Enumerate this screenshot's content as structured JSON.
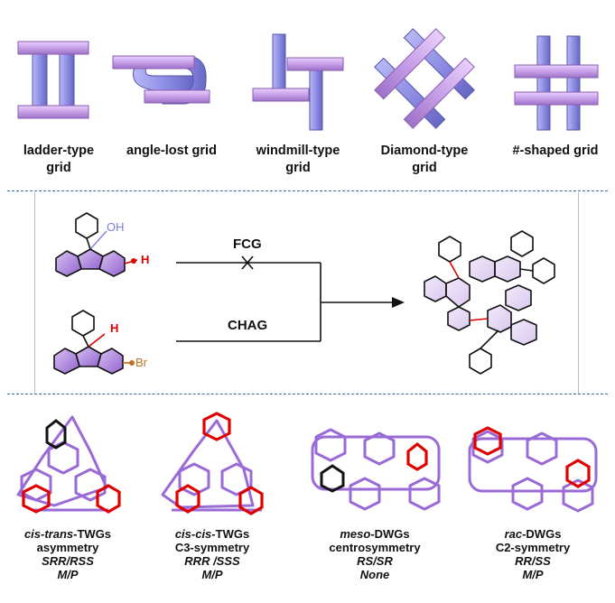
{
  "grid_types": [
    {
      "line1": "ladder-type",
      "line2": "grid"
    },
    {
      "line1": "angle-lost grid",
      "line2": ""
    },
    {
      "line1": "windmill-type",
      "line2": "grid"
    },
    {
      "line1": "Diamond-type",
      "line2": "grid"
    },
    {
      "line1": "#-shaped grid",
      "line2": ""
    }
  ],
  "reaction": {
    "fcg_label": "FCG",
    "chag_label": "CHAG",
    "oh_label": "OH",
    "h_label_top": "H",
    "h_label_bottom": "H",
    "br_label": "Br"
  },
  "structures": [
    {
      "name_prefix": "cis-trans",
      "name_suffix": "-TWGs",
      "symmetry": "asymmetry",
      "config": "SRR/RSS",
      "helicity": "M/P"
    },
    {
      "name_prefix": "cis-cis",
      "name_suffix": "-TWGs",
      "symmetry": "C3-symmetry",
      "config": "RRR /SSS",
      "helicity": "M/P"
    },
    {
      "name_prefix": "meso",
      "name_suffix": "-DWGs",
      "symmetry": "centrosymmetry",
      "config": "RS/SR",
      "helicity": "None"
    },
    {
      "name_prefix": "rac",
      "name_suffix": "-DWGs",
      "symmetry": "C2-symmetry",
      "config": "RR/SS",
      "helicity": "M/P"
    }
  ],
  "colors": {
    "bar_purple": "#c7a0e8",
    "bar_blue": "#8f8fe6",
    "fluorene_fill": "#a574dc",
    "crystal_purple": "#9a6bd6",
    "highlight_red": "#e00000",
    "separator": "#3b63a8"
  }
}
